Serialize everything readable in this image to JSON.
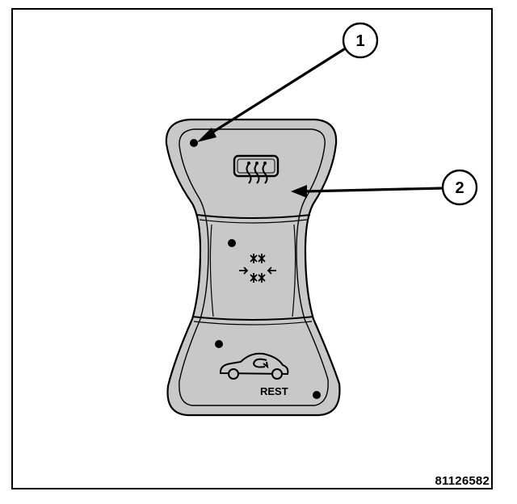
{
  "callouts": [
    {
      "number": "1"
    },
    {
      "number": "2"
    }
  ],
  "buttons": {
    "rear_defrost": {
      "icon": "rear-defrost-icon"
    },
    "air_conditioning": {
      "icon": "snowflake-icon"
    },
    "recirculation": {
      "icon": "recirculation-car-icon",
      "label": "REST"
    }
  },
  "indicator_color": "#000000",
  "panel_fill": "#c8c8c8",
  "figure_id": "81126582"
}
